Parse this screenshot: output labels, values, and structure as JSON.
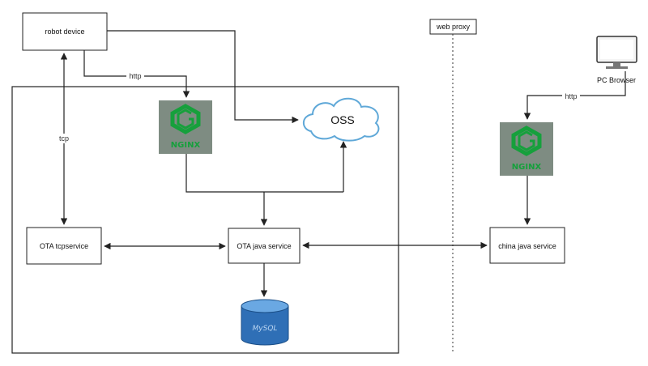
{
  "nodes": {
    "robot_device": "robot device",
    "ota_tcpservice": "OTA tcpservice",
    "ota_java_service": "OTA java service",
    "china_java_service": "china java service",
    "oss": "OSS",
    "web_proxy": "web proxy",
    "pc_browser": "PC Browser",
    "nginx_logo_text": "NGINX",
    "mysql_logo_text": "MySQL"
  },
  "edges": {
    "robot_to_nginx": "http",
    "robot_to_tcpservice": "tcp",
    "browser_to_nginx": "http"
  },
  "colors": {
    "nginx_bg": "#7e8c82",
    "nginx_green": "#16a03c",
    "mysql_blue": "#2f6fb6",
    "oss_stroke": "#5fa8d8"
  }
}
